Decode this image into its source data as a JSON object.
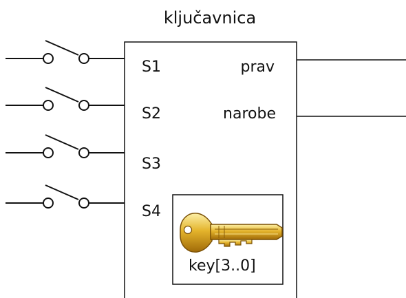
{
  "title": "ključavnica",
  "block": {
    "inputs": [
      "S1",
      "S2",
      "S3",
      "S4"
    ],
    "outputs": [
      "prav",
      "narobe"
    ],
    "key_label": "key[3..0]"
  },
  "icons": {
    "switch": "switch-icon",
    "key": "key-icon"
  },
  "colors": {
    "line": "#111111",
    "key_fill": "#d9a521",
    "key_dark": "#8a5d08",
    "key_light": "#fbe38c"
  }
}
